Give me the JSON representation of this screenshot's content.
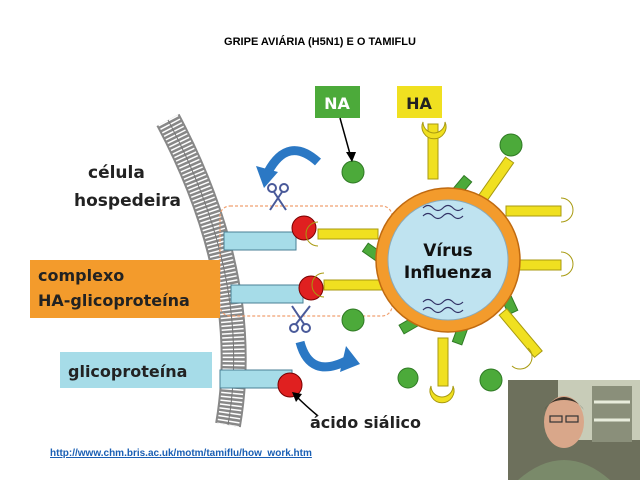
{
  "title": "GRIPE AVIÁRIA (H5N1) E O TAMIFLU",
  "diagram": {
    "na_label": "NA",
    "ha_label": "HA",
    "host_cell_line1": "célula",
    "host_cell_line2": "hospedeira",
    "complex_line1": "complexo",
    "complex_line2": "HA-glicoproteína",
    "glycoprotein_label": "glicoproteína",
    "sialic_acid_label": "ácido siálico",
    "virus_line1": "Vírus",
    "virus_line2": "Influenza"
  },
  "link": "http://www.chm.bris.ac.uk/motm/tamiflu/how_work.htm",
  "colors": {
    "na_green": "#4caa3a",
    "ha_yellow": "#f0e020",
    "virus_orange": "#f39b2c",
    "virus_core": "#bfe3f0",
    "label_orange": "#f39b2c",
    "label_blue": "#a6dce8",
    "arrow_blue": "#2b78c4",
    "sialic_red": "#e02020"
  }
}
